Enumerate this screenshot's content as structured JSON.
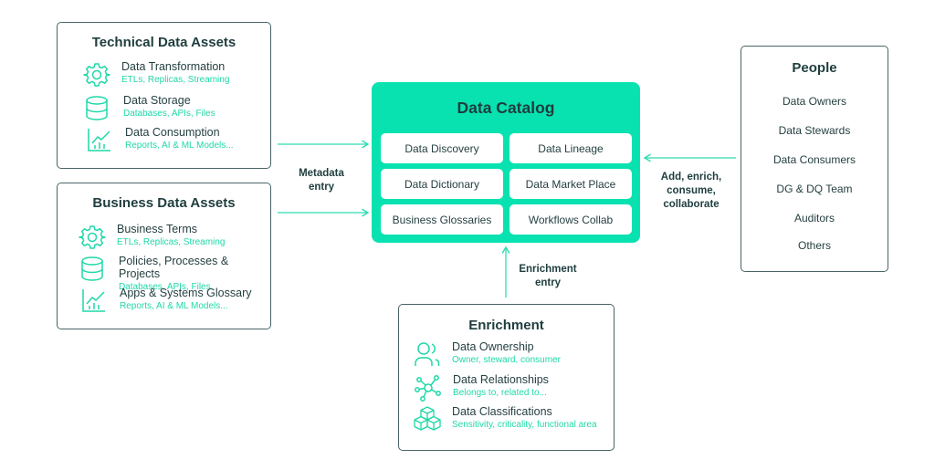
{
  "technical": {
    "title": "Technical Data Assets",
    "items": [
      {
        "icon": "gear-icon",
        "label": "Data Transformation",
        "sub": "ETLs, Replicas, Streaming"
      },
      {
        "icon": "database-icon",
        "label": "Data Storage",
        "sub": "Databases, APIs, Files"
      },
      {
        "icon": "chart-icon",
        "label": "Data Consumption",
        "sub": "Reports, AI & ML Models..."
      }
    ]
  },
  "business": {
    "title": "Business Data Assets",
    "items": [
      {
        "icon": "gear-icon",
        "label": "Business Terms",
        "sub": "ETLs, Replicas, Streaming"
      },
      {
        "icon": "database-icon",
        "label": "Policies, Processes & Projects",
        "sub": "Databases, APIs, Files"
      },
      {
        "icon": "chart-icon",
        "label": "Apps & Systems Glossary",
        "sub": "Reports, AI & ML Models..."
      }
    ]
  },
  "catalog": {
    "title": "Data Catalog",
    "cells": [
      "Data Discovery",
      "Data Lineage",
      "Data Dictionary",
      "Data Market Place",
      "Business Glossaries",
      "Workflows Collab"
    ],
    "color": "#08e2b1"
  },
  "people": {
    "title": "People",
    "items": [
      "Data Owners",
      "Data Stewards",
      "Data Consumers",
      "DG & DQ Team",
      "Auditors",
      "Others"
    ]
  },
  "enrichment": {
    "title": "Enrichment",
    "items": [
      {
        "icon": "users-icon",
        "label": "Data Ownership",
        "sub": "Owner, steward, consumer"
      },
      {
        "icon": "network-icon",
        "label": "Data Relationships",
        "sub": "Belongs to, related to..."
      },
      {
        "icon": "cubes-icon",
        "label": "Data Classifications",
        "sub": "Sensitivity, criticality, functional area"
      }
    ]
  },
  "labels": {
    "metadata_line1": "Metadata",
    "metadata_line2": "entry",
    "add_line1": "Add, enrich,",
    "add_line2": "consume,",
    "add_line3": "collaborate",
    "enrich_line1": "Enrichment",
    "enrich_line2": "entry"
  },
  "colors": {
    "accent": "#1fd8a8",
    "border": "#4a6466",
    "text": "#1f3d3e"
  }
}
